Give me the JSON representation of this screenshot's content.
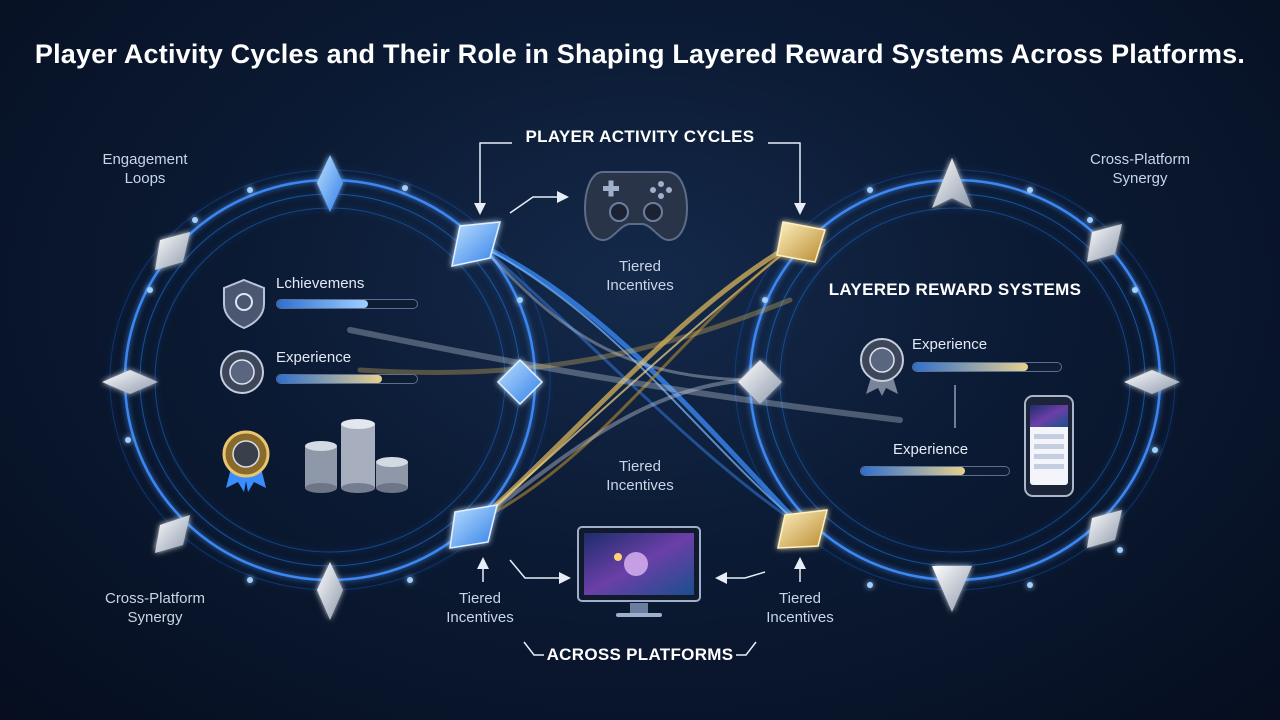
{
  "title": "Player Activity Cycles and Their Role in Shaping Layered Reward Systems Across Platforms.",
  "headers": {
    "top": "PLAYER ACTIVITY CYCLES",
    "right": "LAYERED REWARD SYSTEMS",
    "bottom": "ACROSS PLATFORMS"
  },
  "corner_labels": {
    "top_left": [
      "Engagement",
      "Loops"
    ],
    "top_right": [
      "Cross-Platform",
      "Synergy"
    ],
    "bottom_left": [
      "Cross-Platform",
      "Synergy"
    ]
  },
  "tiered_labels": {
    "top_center": [
      "Tiered",
      "Incentives"
    ],
    "middle_center": [
      "Tiered",
      "Incentives"
    ],
    "bottom_left": [
      "Tiered",
      "Incentives"
    ],
    "bottom_right": [
      "Tiered",
      "Incentives"
    ]
  },
  "left_panel": {
    "rows": [
      {
        "label": "Lchievemens",
        "progress": 0.65
      },
      {
        "label": "Experience",
        "progress": 0.75
      }
    ]
  },
  "right_panel": {
    "rows": [
      {
        "label": "Experience",
        "progress": 0.78
      },
      {
        "label": "Experience",
        "progress": 0.7
      }
    ]
  },
  "icons": {
    "controller": "gamepad-icon",
    "monitor": "monitor-icon",
    "phone": "smartphone-icon",
    "shield": "shield-badge-icon",
    "medal_left": "medal-icon",
    "medal_right": "medal-icon",
    "ribbon": "ribbon-badge-icon",
    "coins": "coin-stacks-icon"
  },
  "colors": {
    "blue": "#3a8dff",
    "gold": "#d9b45a",
    "silver": "#c7d0dc",
    "background": "#0b1a33"
  }
}
